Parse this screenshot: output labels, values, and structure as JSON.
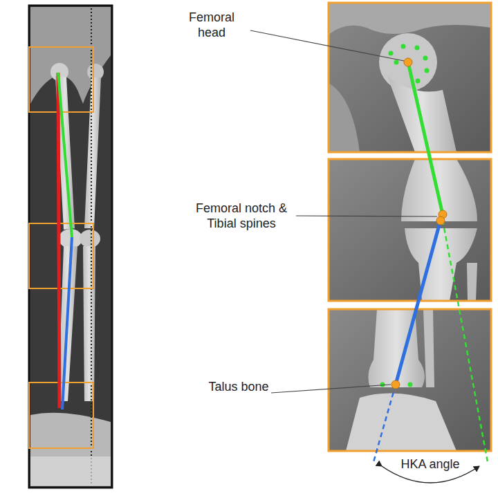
{
  "diagram": {
    "labels": [
      "Femoral head",
      "Femoral notch & Tibial spines",
      "Talus bone",
      "HKA angle"
    ]
  }
}
